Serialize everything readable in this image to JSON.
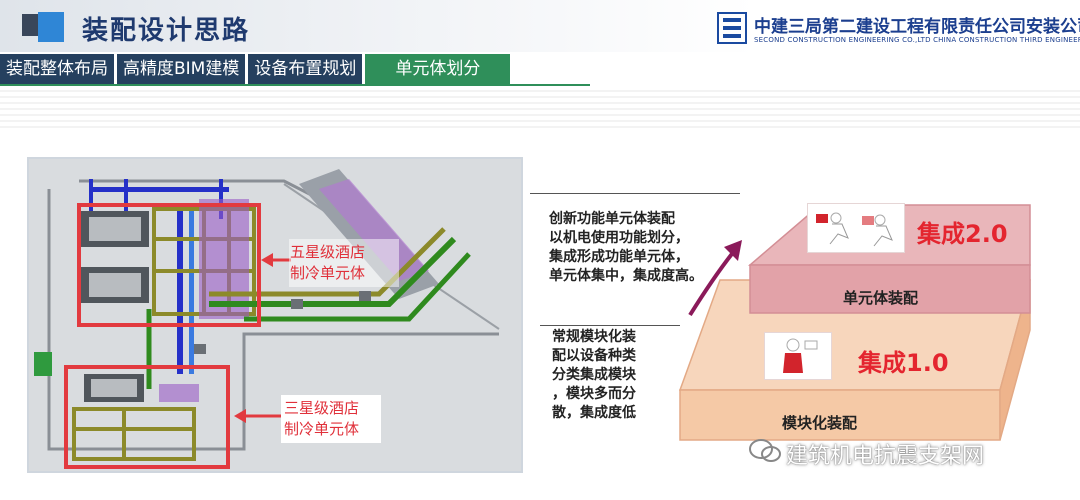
{
  "header": {
    "title": "装配设计思路",
    "company_cn": "中建三局第二建设工程有限责任公司安装公司",
    "company_en": "SECOND CONSTRUCTION ENGINEERING CO.,LTD CHINA CONSTRUCTION THIRD ENGINEERING BUREAU"
  },
  "tabs": [
    {
      "label": "装配整体布局"
    },
    {
      "label": "高精度BIM建模"
    },
    {
      "label": "设备布置规划"
    },
    {
      "label": "单元体划分"
    }
  ],
  "bim": {
    "callout_five_star_1": "五星级酒店",
    "callout_five_star_2": "制冷单元体",
    "callout_three_star_1": "三星级酒店",
    "callout_three_star_2": "制冷单元体"
  },
  "concept": {
    "upper_lines": [
      "创新功能单元体装配",
      "以机电使用功能划分，",
      "集成形成功能单元体，",
      "单元体集中，集成度高。"
    ],
    "lower_lines": [
      "常规模块化装",
      "配以设备种类",
      "分类集成模块",
      "，模块多而分",
      "散，集成度低"
    ],
    "level_2": "集成2.0",
    "level_1": "集成1.0",
    "unit_assembly": "单元体装配",
    "modular_assembly": "模块化装配"
  },
  "watermark": "建筑机电抗震支架网",
  "colors": {
    "header_navy": "#25405f",
    "tab_active": "#2f8f5a",
    "accent_red": "#e4252f",
    "block_top_pink": "#e9b6ba",
    "block_bottom_orange": "#f7d6bc"
  }
}
